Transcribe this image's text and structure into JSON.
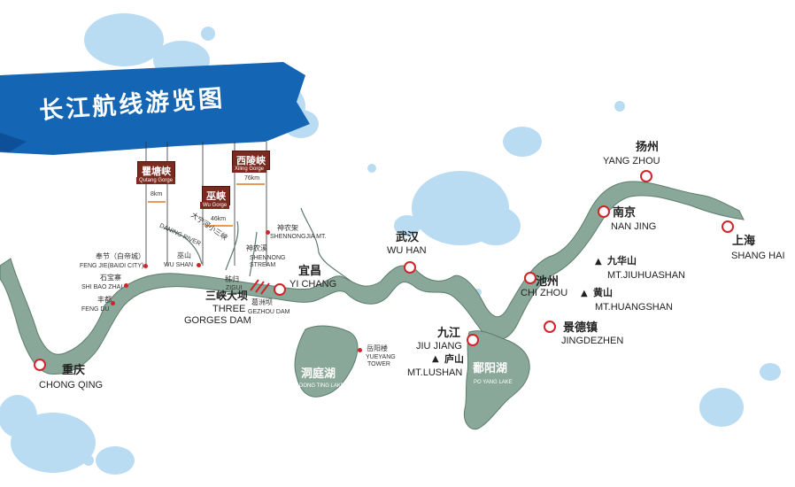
{
  "title": "长江航线游览图",
  "colors": {
    "river": "#8aa899",
    "river_outline": "#5e7d6d",
    "title_banner": "#1565b5",
    "splash": "#b9dcf2",
    "gorge_box": "#7a2a1e",
    "city_marker": "#d2232a"
  },
  "cities": {
    "chongqing": {
      "cn": "重庆",
      "en": "CHONG QING"
    },
    "yichang": {
      "cn": "宜昌",
      "en": "YI CHANG"
    },
    "wuhan": {
      "cn": "武汉",
      "en": "WU HAN"
    },
    "jiujiang": {
      "cn": "九江",
      "en": "JIU JIANG"
    },
    "chizhou": {
      "cn": "池州",
      "en": "CHI ZHOU"
    },
    "jingdezhen": {
      "cn": "景德镇",
      "en": "JINGDEZHEN"
    },
    "nanjing": {
      "cn": "南京",
      "en": "NAN JING"
    },
    "yangzhou": {
      "cn": "扬州",
      "en": "YANG ZHOU"
    },
    "shanghai": {
      "cn": "上海",
      "en": "SHANG HAI"
    }
  },
  "gorges": {
    "qutang": {
      "cn": "瞿塘峡",
      "en": "Qutang Gorge",
      "dist": "8km"
    },
    "wu": {
      "cn": "巫峡",
      "en": "Wu Gorge",
      "dist": "46km"
    },
    "xiling": {
      "cn": "西陵峡",
      "en": "Xiling Gorge",
      "dist": "76km"
    }
  },
  "dam": {
    "cn": "三峡大坝",
    "en1": "THREE",
    "en2": "GORGES DAM"
  },
  "lakes": {
    "dongting": {
      "cn": "洞庭湖",
      "en": "DONG TING LAKE"
    },
    "poyang": {
      "cn": "鄱阳湖",
      "en": "PO YANG LAKE"
    }
  },
  "mountains": {
    "lushan": {
      "cn": "庐山",
      "en": "MT.LUSHAN"
    },
    "jiuhua": {
      "cn": "九华山",
      "en": "MT.JIUHUASHAN"
    },
    "huangshan": {
      "cn": "黄山",
      "en": "MT.HUANGSHAN"
    }
  },
  "small_places": {
    "fengjie": {
      "cn": "奉节（白帝城）",
      "en": "FENG JIE(BAIDI CITY)"
    },
    "shibaozhai": {
      "cn": "石宝寨",
      "en": "SHI BAO ZHAI"
    },
    "fengdu": {
      "cn": "丰都",
      "en": "FENG DU"
    },
    "wushan": {
      "cn": "巫山",
      "en": "WU SHAN"
    },
    "shennongjia": {
      "cn": "神农架",
      "en": "SHENNONGJIA MT."
    },
    "shennongstream": {
      "cn": "神农溪",
      "en1": "SHENNONG",
      "en2": "STREAM"
    },
    "zigui": {
      "cn": "秭归",
      "en": "ZIGUI"
    },
    "gezhoudam": {
      "cn": "葛洲坝",
      "en": "GEZHOU DAM"
    },
    "yueyang": {
      "cn": "岳阳楼",
      "en1": "YUEYANG",
      "en2": "TOWER"
    },
    "daning": {
      "cn": "大宁河小三峡",
      "en": "DANING RIVER"
    }
  }
}
